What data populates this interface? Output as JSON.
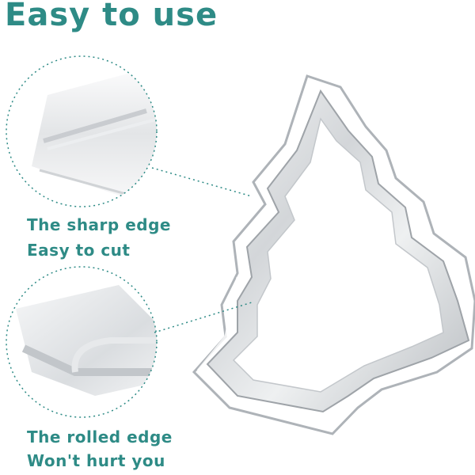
{
  "heading": "Easy to use",
  "callouts": [
    {
      "lines": [
        "The sharp edge",
        "Easy to cut"
      ]
    },
    {
      "lines": [
        "The rolled edge",
        "Won't hurt you"
      ]
    }
  ],
  "colors": {
    "accent": "#2e8b86",
    "steel": "#c9ccd0"
  }
}
